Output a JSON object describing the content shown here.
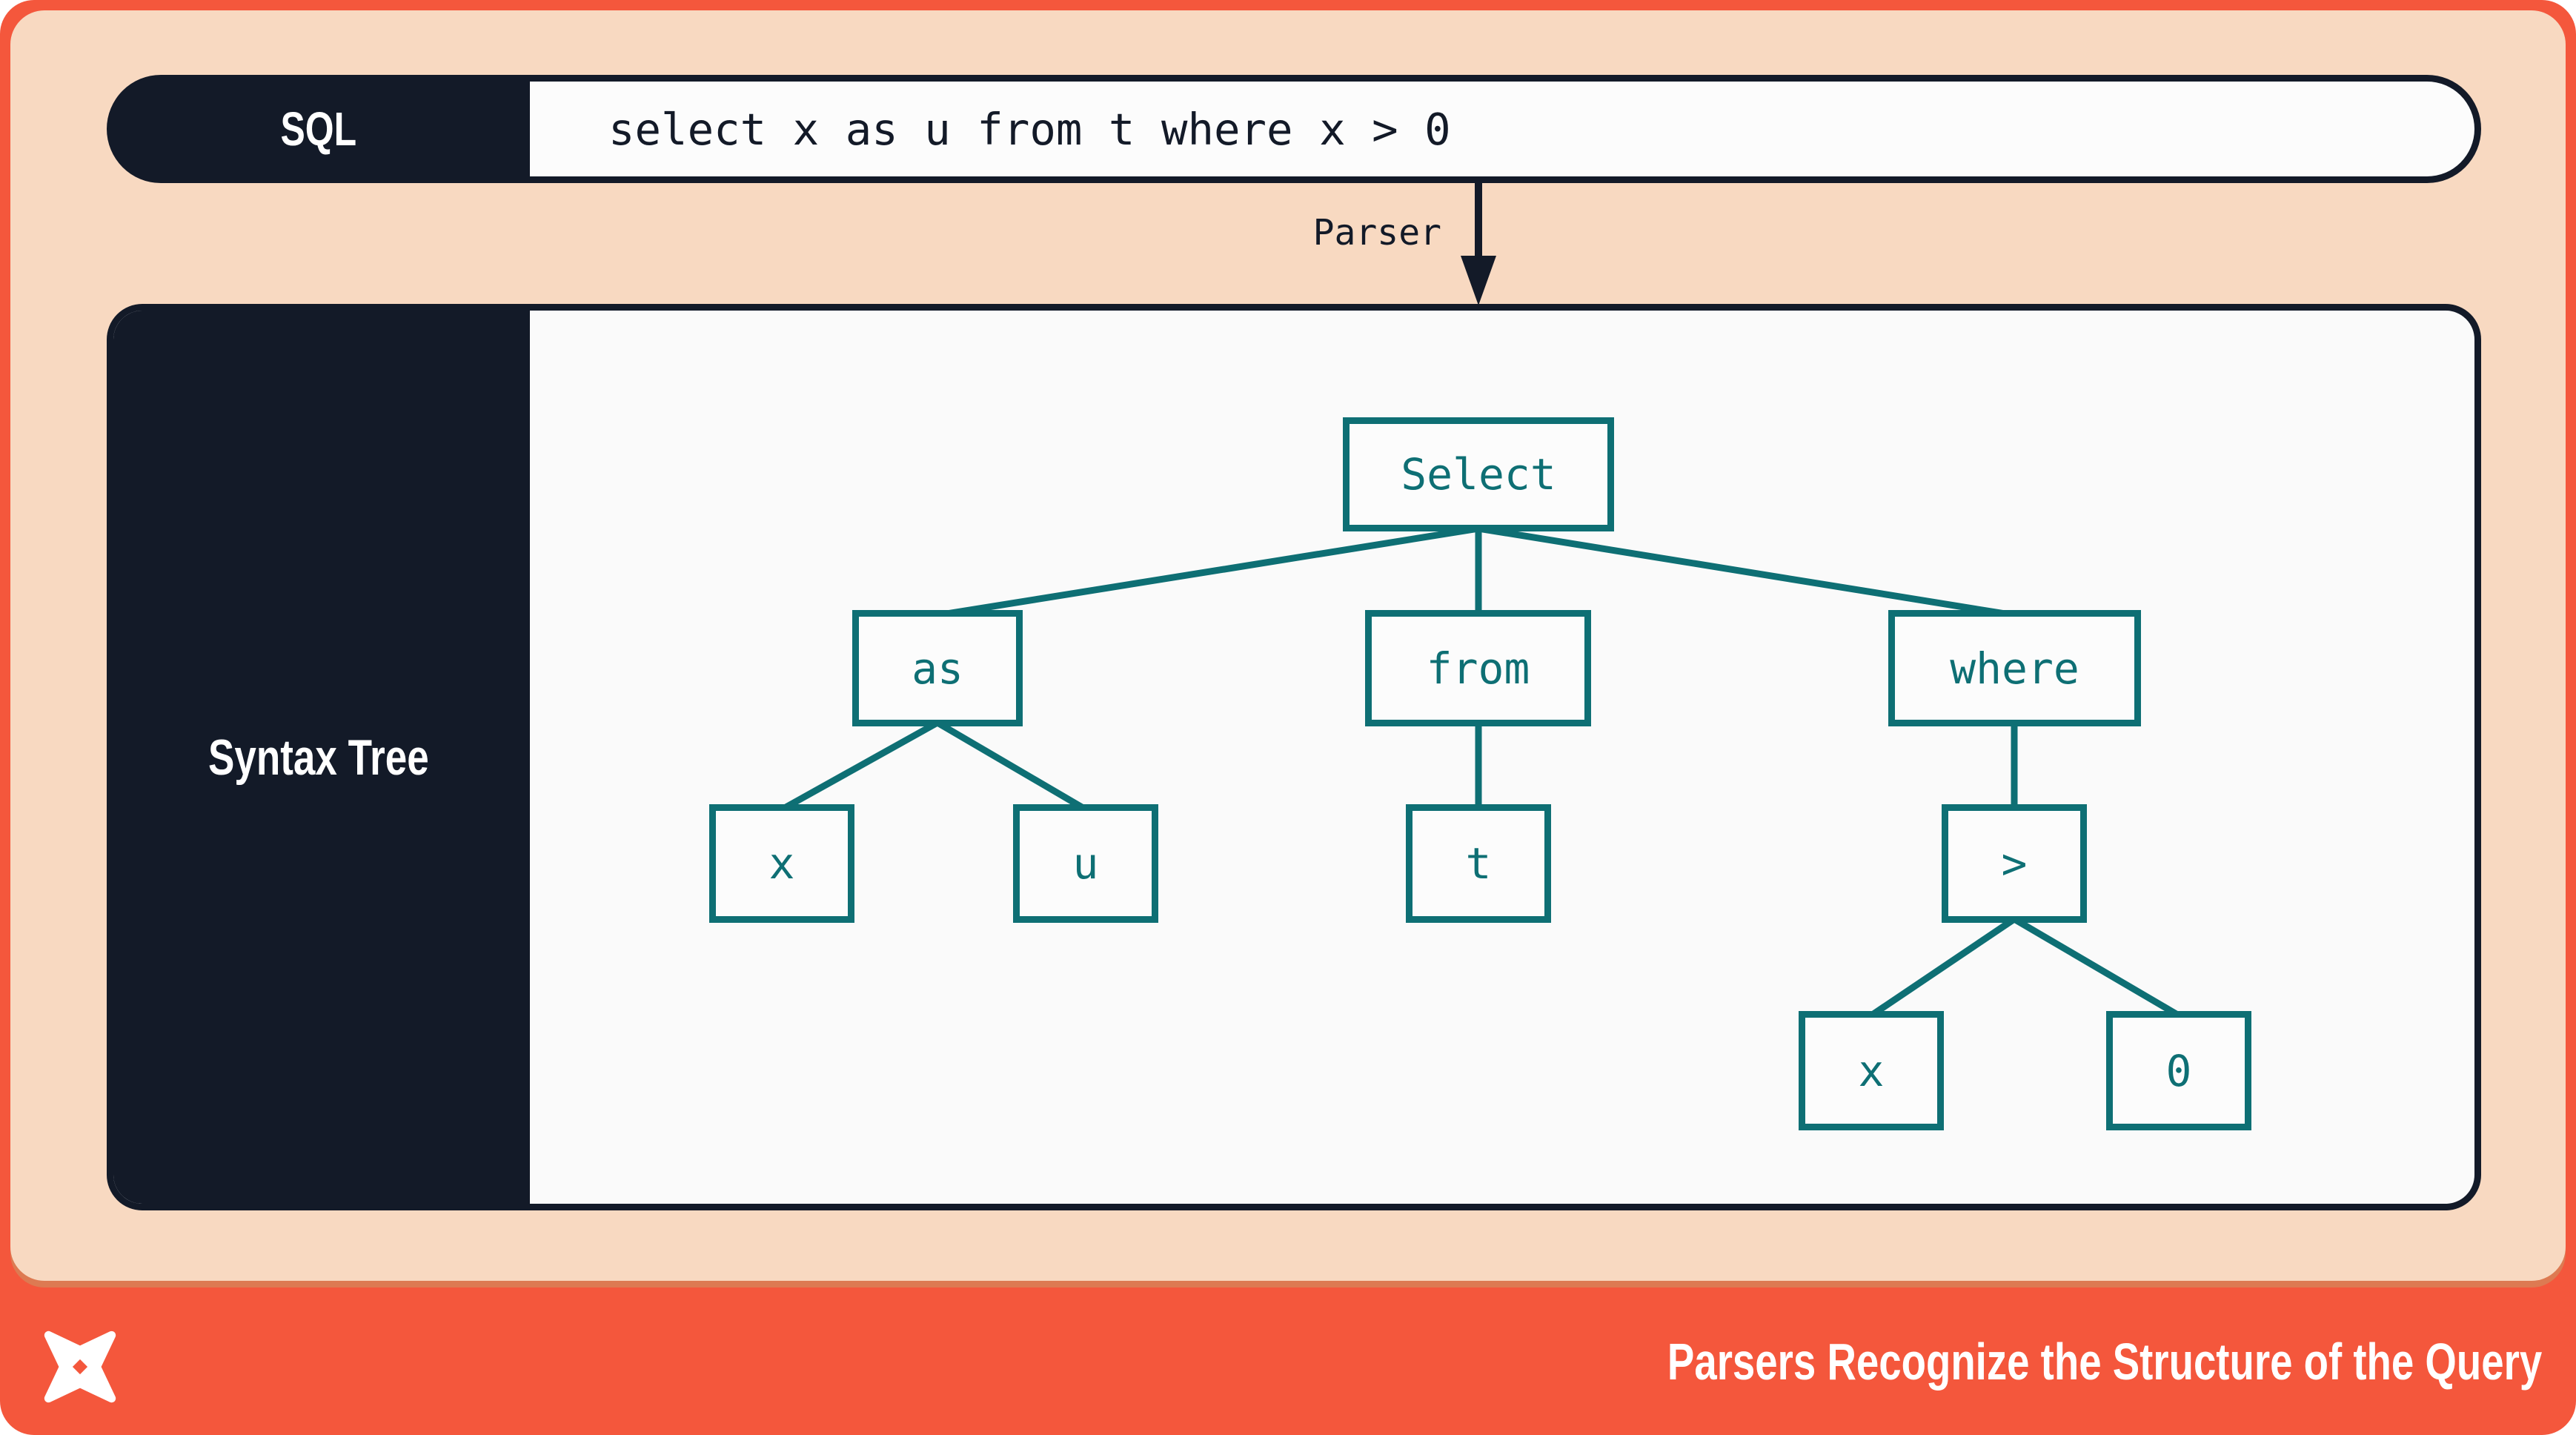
{
  "colors": {
    "orange": "#f4573c",
    "peach": "#f8d9c1",
    "ink": "#131a28",
    "teal": "#0e6f74",
    "paper": "#fafafa"
  },
  "sql_bar": {
    "label": "SQL",
    "query": "select x as u from t where x > 0"
  },
  "parser": {
    "label": "Parser"
  },
  "syntax_tree": {
    "label": "Syntax Tree",
    "nodes": {
      "select": "Select",
      "as": "as",
      "from": "from",
      "where": "where",
      "x1": "x",
      "u": "u",
      "t": "t",
      "gt": ">",
      "x2": "x",
      "zero": "0"
    },
    "edges": [
      [
        "Select",
        "as"
      ],
      [
        "Select",
        "from"
      ],
      [
        "Select",
        "where"
      ],
      [
        "as",
        "x"
      ],
      [
        "as",
        "u"
      ],
      [
        "from",
        "t"
      ],
      [
        "where",
        ">"
      ],
      [
        ">",
        "x"
      ],
      [
        ">",
        "0"
      ]
    ]
  },
  "footer": {
    "title": "Parsers Recognize the Structure of the Query",
    "logo": "four-point-star-logo"
  }
}
